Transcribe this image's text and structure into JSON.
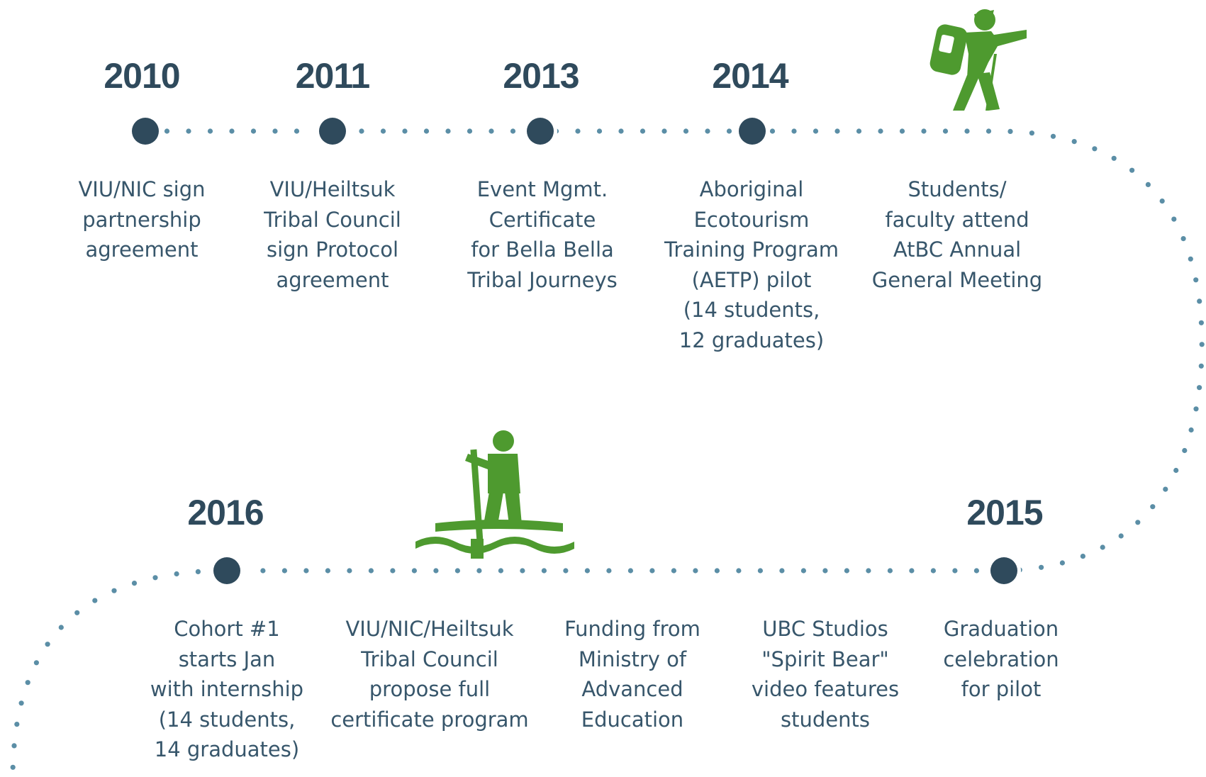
{
  "colors": {
    "dot": "#2f4a5c",
    "path": "#5b8ea6",
    "icon": "#4e9a2f",
    "text": "#37566b"
  },
  "top_row": [
    {
      "year": "2010",
      "text": "VIU/NIC sign\npartnership\nagreement"
    },
    {
      "year": "2011",
      "text": "VIU/Heiltsuk\nTribal Council\nsign Protocol\nagreement"
    },
    {
      "year": "2013",
      "text": "Event Mgmt.\nCertificate\nfor Bella Bella\nTribal Journeys"
    },
    {
      "year": "2014",
      "text": "Aboriginal\nEcotourism\nTraining Program\n(AETP) pilot\n(14 students,\n12 graduates)"
    },
    {
      "year": "",
      "text": "Students/\nfaculty attend\nAtBC Annual\nGeneral Meeting"
    }
  ],
  "bottom_row": [
    {
      "year": "2016",
      "text": "Cohort #1\nstarts Jan\nwith internship\n(14 students,\n14 graduates)"
    },
    {
      "year": "",
      "text": "VIU/NIC/Heiltsuk\nTribal Council\npropose full\ncertificate program"
    },
    {
      "year": "",
      "text": "Funding from\nMinistry of\nAdvanced\nEducation"
    },
    {
      "year": "",
      "text": "UBC Studios\n\"Spirit Bear\"\nvideo features\nstudents"
    },
    {
      "year": "2015",
      "text": "Graduation\ncelebration\nfor pilot"
    }
  ],
  "icons": {
    "top": "hiker-icon",
    "bottom": "paddleboarder-icon"
  }
}
